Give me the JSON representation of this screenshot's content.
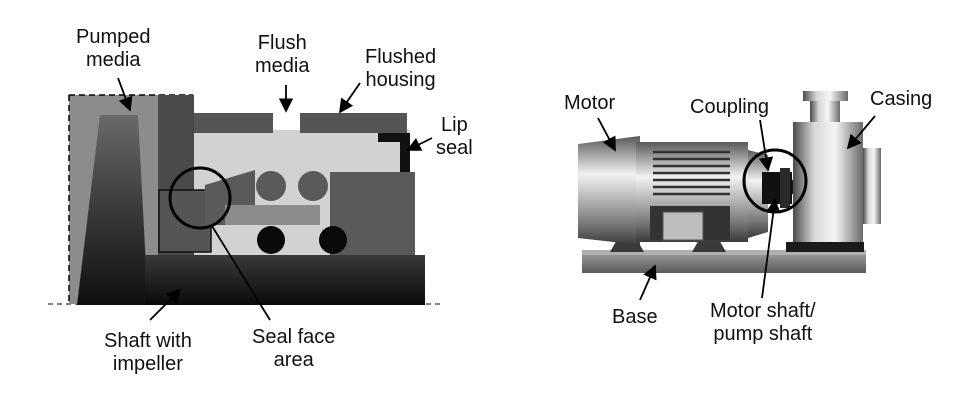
{
  "left_diagram": {
    "labels": {
      "pumped_media": [
        "Pumped",
        "media"
      ],
      "flush_media": [
        "Flush",
        "media"
      ],
      "flushed_housing": [
        "Flushed",
        "housing"
      ],
      "lip_seal": [
        "Lip",
        "seal"
      ],
      "shaft_with_impeller": [
        "Shaft with",
        "impeller"
      ],
      "seal_face_area": [
        "Seal face",
        "area"
      ]
    }
  },
  "right_diagram": {
    "labels": {
      "motor": "Motor",
      "coupling": "Coupling",
      "casing": "Casing",
      "base": "Base",
      "motor_shaft": [
        "Motor shaft/",
        "pump shaft"
      ]
    }
  },
  "colors": {
    "dark": "#1a1a1a",
    "mid_gray": "#666666",
    "light_gray": "#bdbdbd",
    "pale_gray": "#d4d4d4",
    "outline": "#000000"
  }
}
